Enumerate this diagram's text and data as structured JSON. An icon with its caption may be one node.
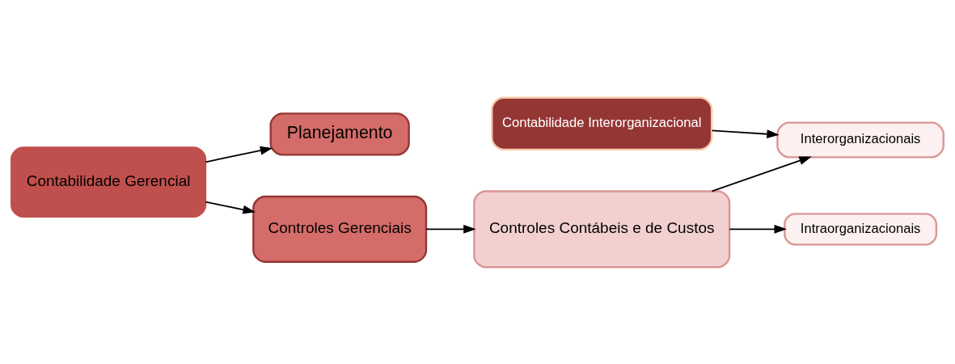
{
  "diagram": {
    "nodes": [
      {
        "text": [
          "Contabilidade Gerencial"
        ]
      },
      {
        "text": [
          "Planejamento"
        ]
      },
      {
        "text": [
          "Controles Gerenciais"
        ]
      },
      {
        "text": [
          "Controles Contábeis e de Custos"
        ]
      },
      {
        "text": [
          "Contabilidade Interorganizacional"
        ]
      },
      {
        "text": [
          "Interorganizacionais"
        ]
      },
      {
        "text": [
          "Intraorganizacionais"
        ]
      }
    ],
    "edges": [
      {
        "from": 0,
        "to": 1,
        "arrow": "to"
      },
      {
        "from": 0,
        "to": 2,
        "arrow": "to"
      },
      {
        "from": 2,
        "to": 3,
        "arrow": "to"
      },
      {
        "from": 3,
        "to": 5,
        "arrow": "to"
      },
      {
        "from": 3,
        "to": 6,
        "arrow": "to"
      },
      {
        "from": 4,
        "to": 5,
        "arrow": "to"
      }
    ]
  }
}
